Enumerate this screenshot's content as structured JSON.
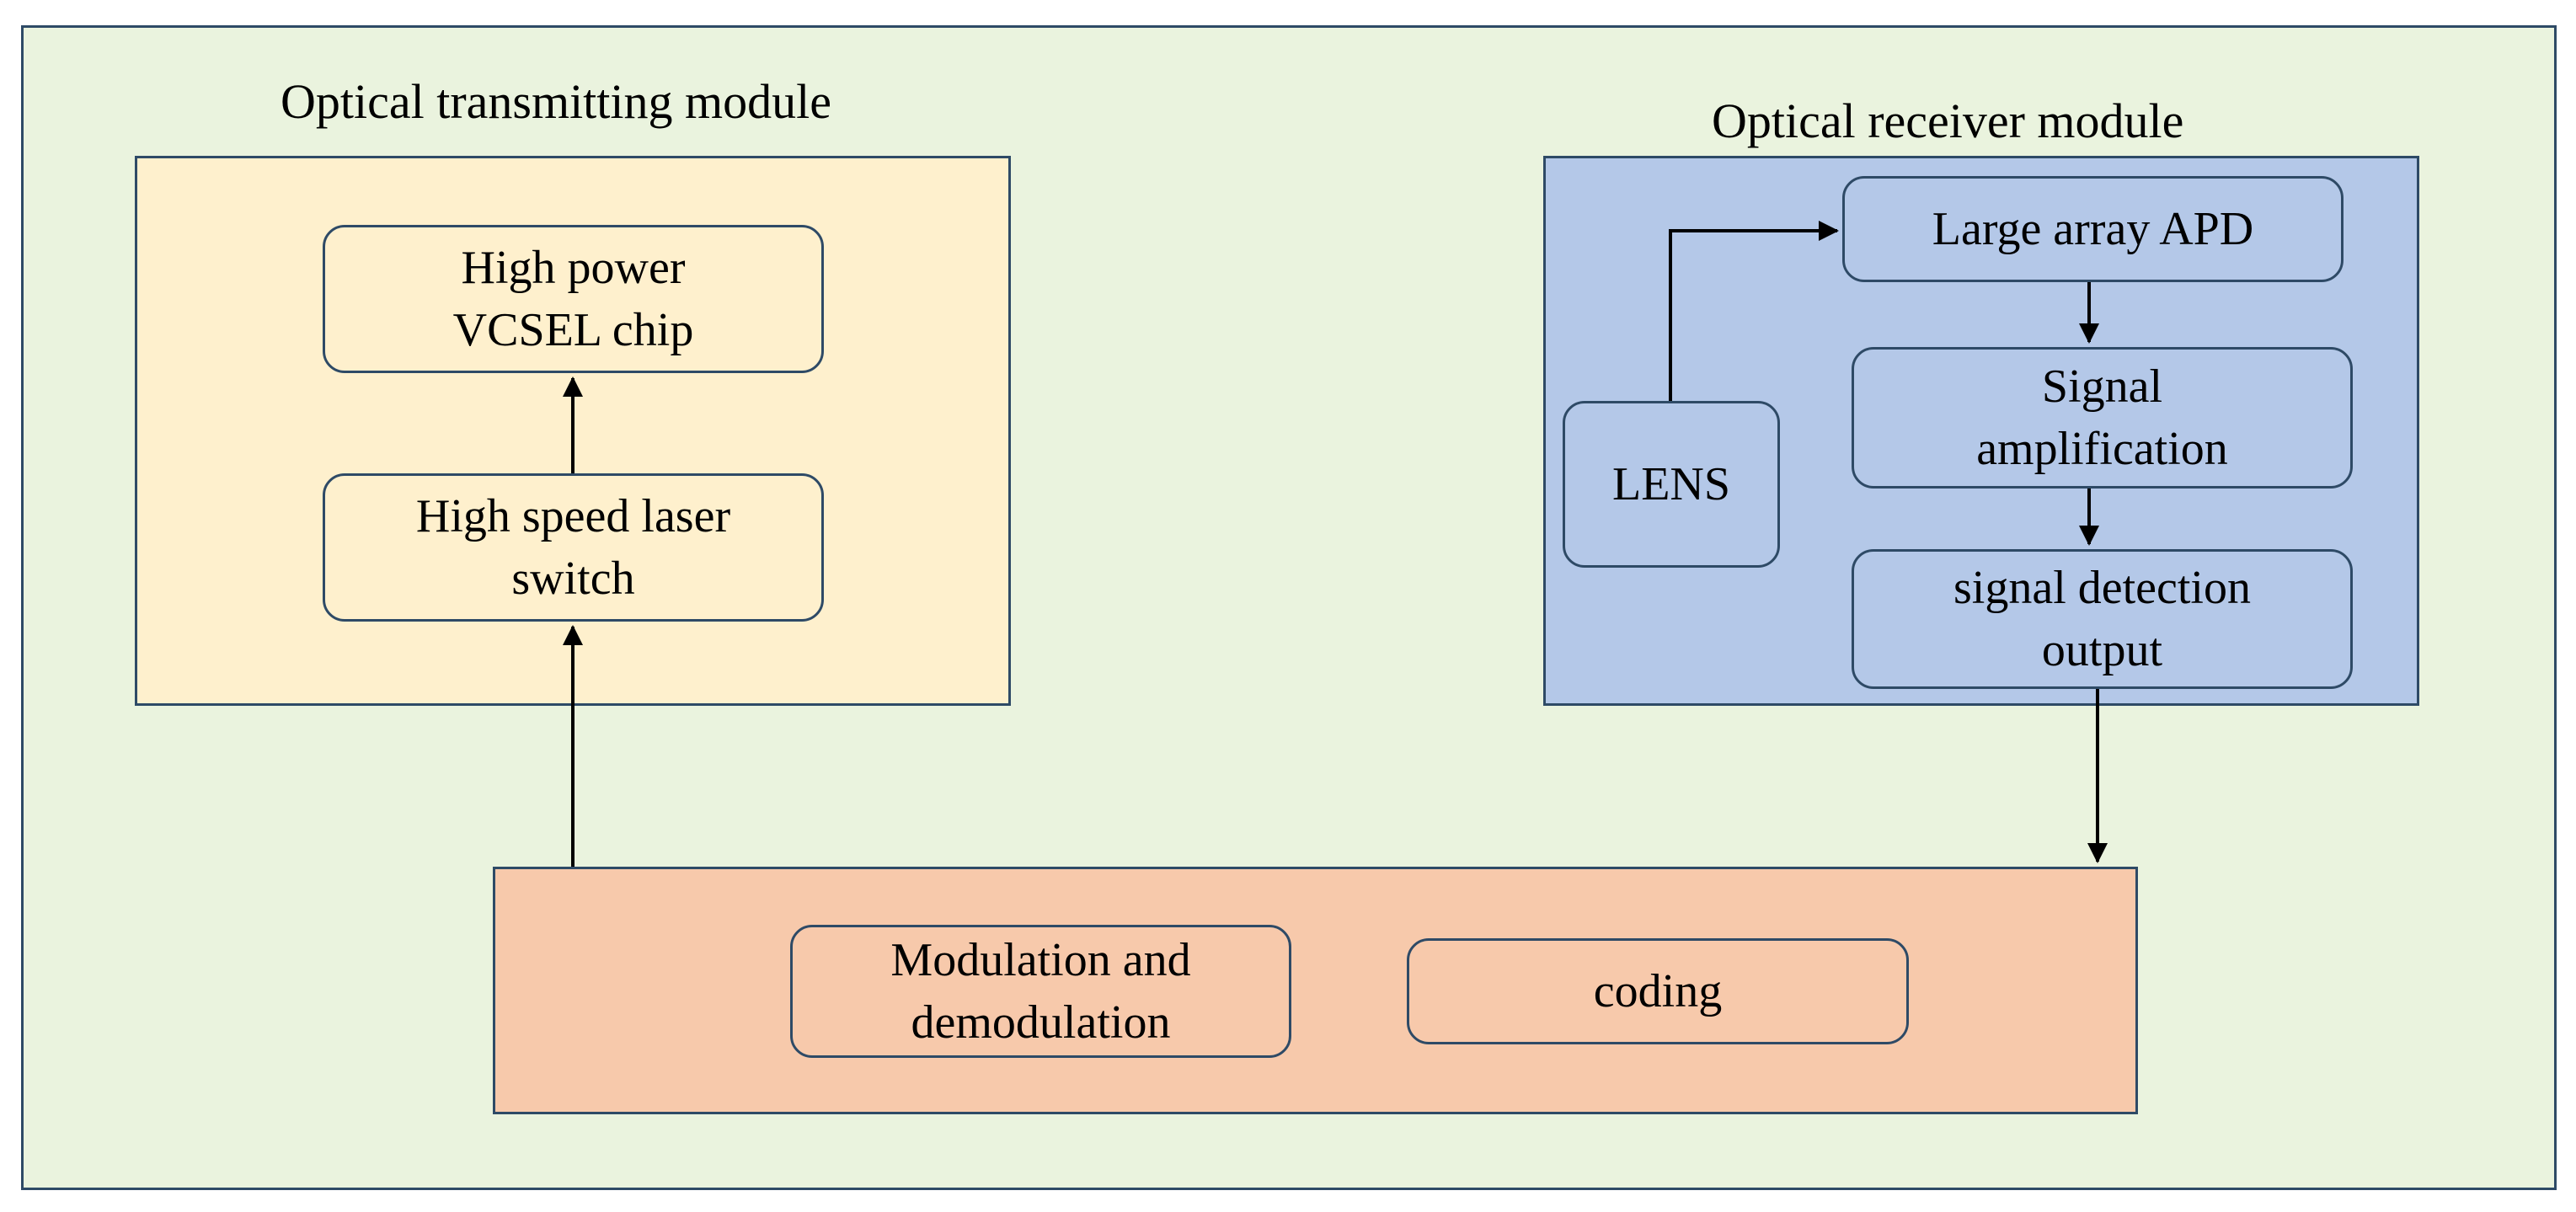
{
  "colors": {
    "canvas": "#eaf3de",
    "transmitter": "#fef0cd",
    "receiver": "#b4c8e8",
    "processing": "#f7c9ab",
    "border": "#2e4a66",
    "arrow": "#000000"
  },
  "transmitter": {
    "title": "Optical transmitting module",
    "vcsel": [
      "High power",
      "VCSEL chip"
    ],
    "switch": [
      "High speed laser",
      "switch"
    ]
  },
  "receiver": {
    "title": "Optical receiver module",
    "apd": "Large array APD",
    "lens": "LENS",
    "amplification": [
      "Signal",
      "amplification"
    ],
    "detection": [
      "signal detection",
      "output"
    ]
  },
  "processing": {
    "modulation": [
      "Modulation and",
      "demodulation"
    ],
    "coding": "coding"
  }
}
